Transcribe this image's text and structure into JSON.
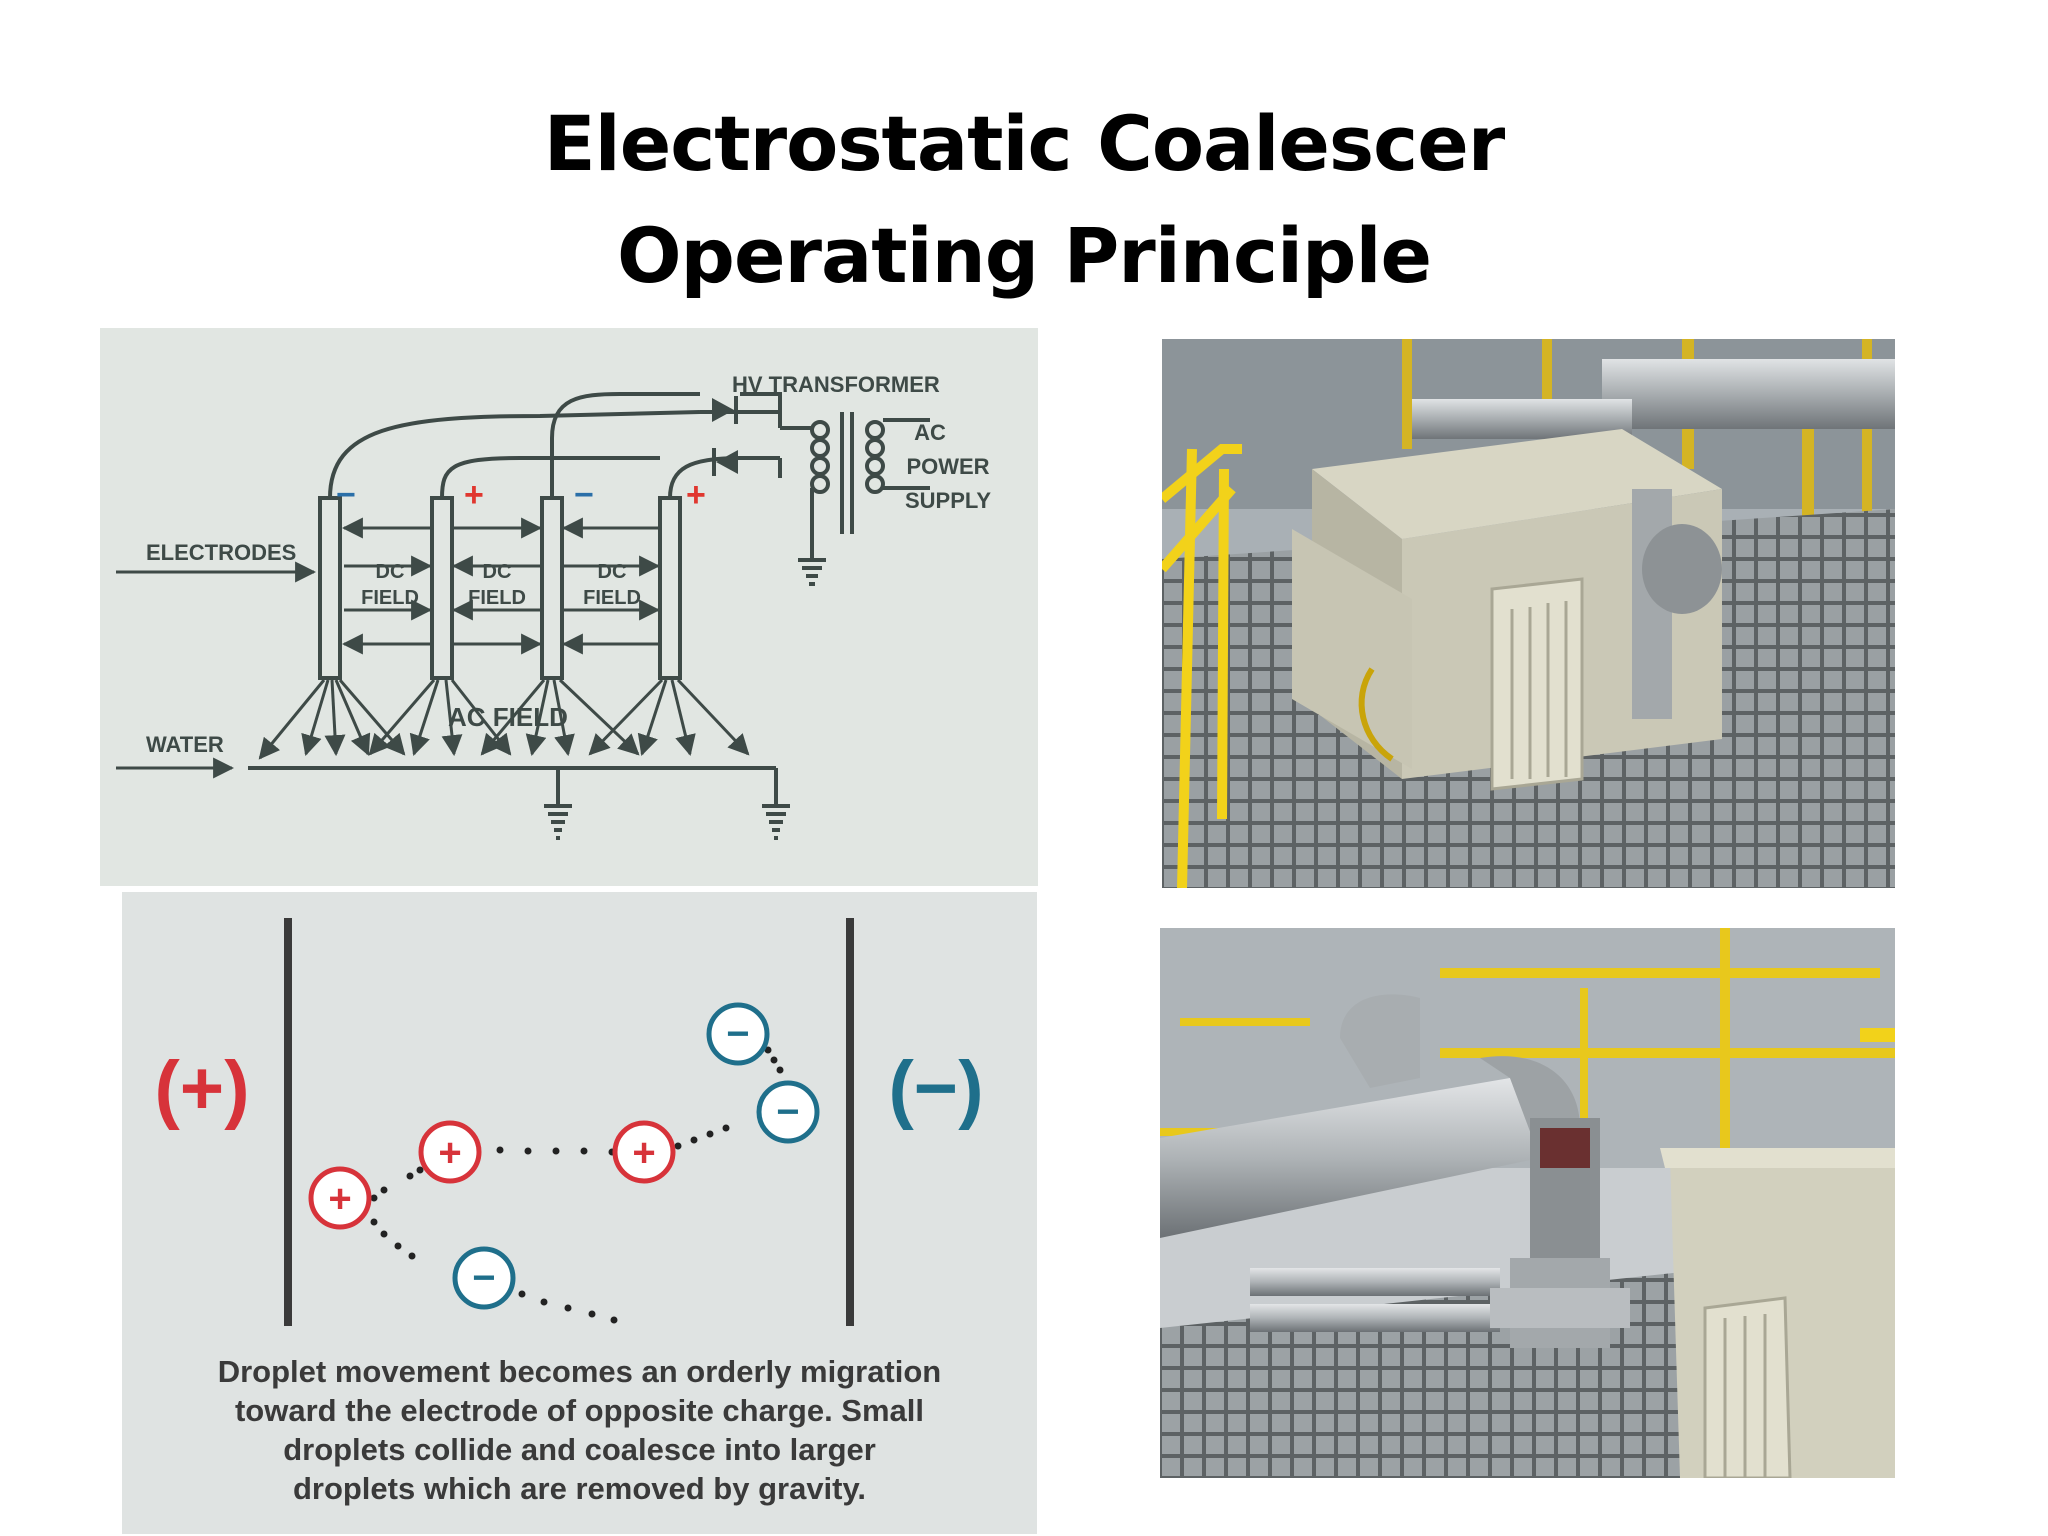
{
  "slide": {
    "title_line1": "Electrostatic Coalescer",
    "title_line2": "Operating Principle"
  },
  "circuit_diagram": {
    "hv_transformer": "HV TRANSFORMER",
    "ac_power_supply": [
      "AC",
      "POWER",
      "SUPPLY"
    ],
    "electrodes": "ELECTRODES",
    "dc_field_label": [
      "DC",
      "FIELD"
    ],
    "ac_field": "AC FIELD",
    "water": "WATER",
    "plus_sign": "+",
    "minus_sign": "−",
    "colors": {
      "positive": "#e0372f",
      "negative": "#2a6fa8",
      "line": "#3e4a47"
    }
  },
  "droplet_diagram": {
    "left_electrode": "(+)",
    "right_electrode": "(−)",
    "droplet_plus": "+",
    "droplet_minus": "−",
    "caption": [
      "Droplet movement becomes an orderly migration",
      "toward the electrode of opposite charge.  Small",
      "droplets collide and coalesce into larger",
      "droplets which are removed by gravity."
    ],
    "colors": {
      "positive": "#d7333a",
      "negative": "#1f6f8b"
    }
  },
  "photos": {
    "top": "coalescer transformer unit on grated platform",
    "bottom": "coalescer piping and transformer on platform"
  }
}
